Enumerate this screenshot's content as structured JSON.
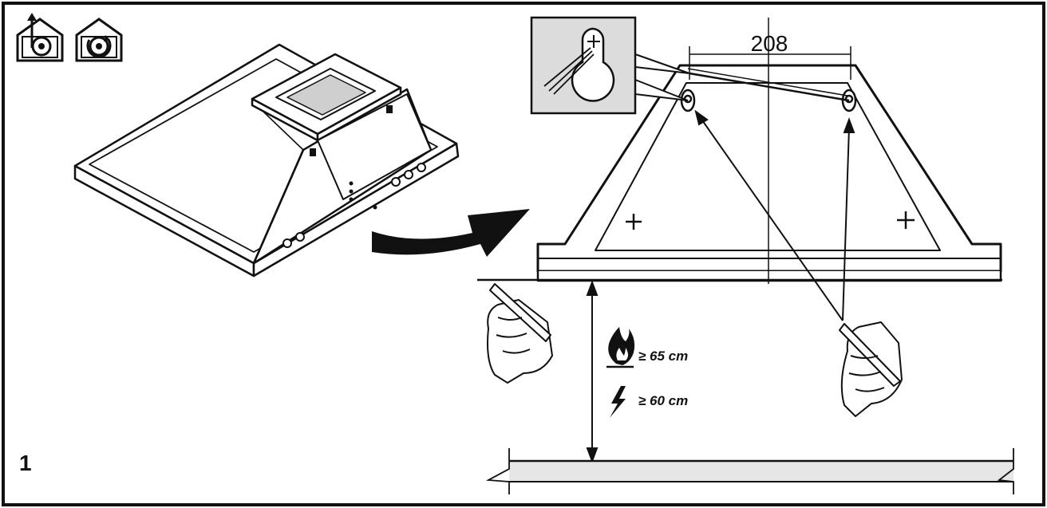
{
  "figure": {
    "number": "1"
  },
  "dimensions": {
    "bracket_spacing": "208",
    "gas_clearance": "≥ 65 cm",
    "electric_clearance": "≥ 60 cm"
  },
  "icons": {
    "ducted_mode": "ducted-extraction-house-icon",
    "recirculation_mode": "recirculation-house-icon",
    "gas_flame": "gas-flame-icon",
    "electric": "lightning-bolt-icon"
  },
  "colors": {
    "line": "#111111",
    "panel": "#dcdcdc",
    "worktop": "#e6e6e6"
  }
}
